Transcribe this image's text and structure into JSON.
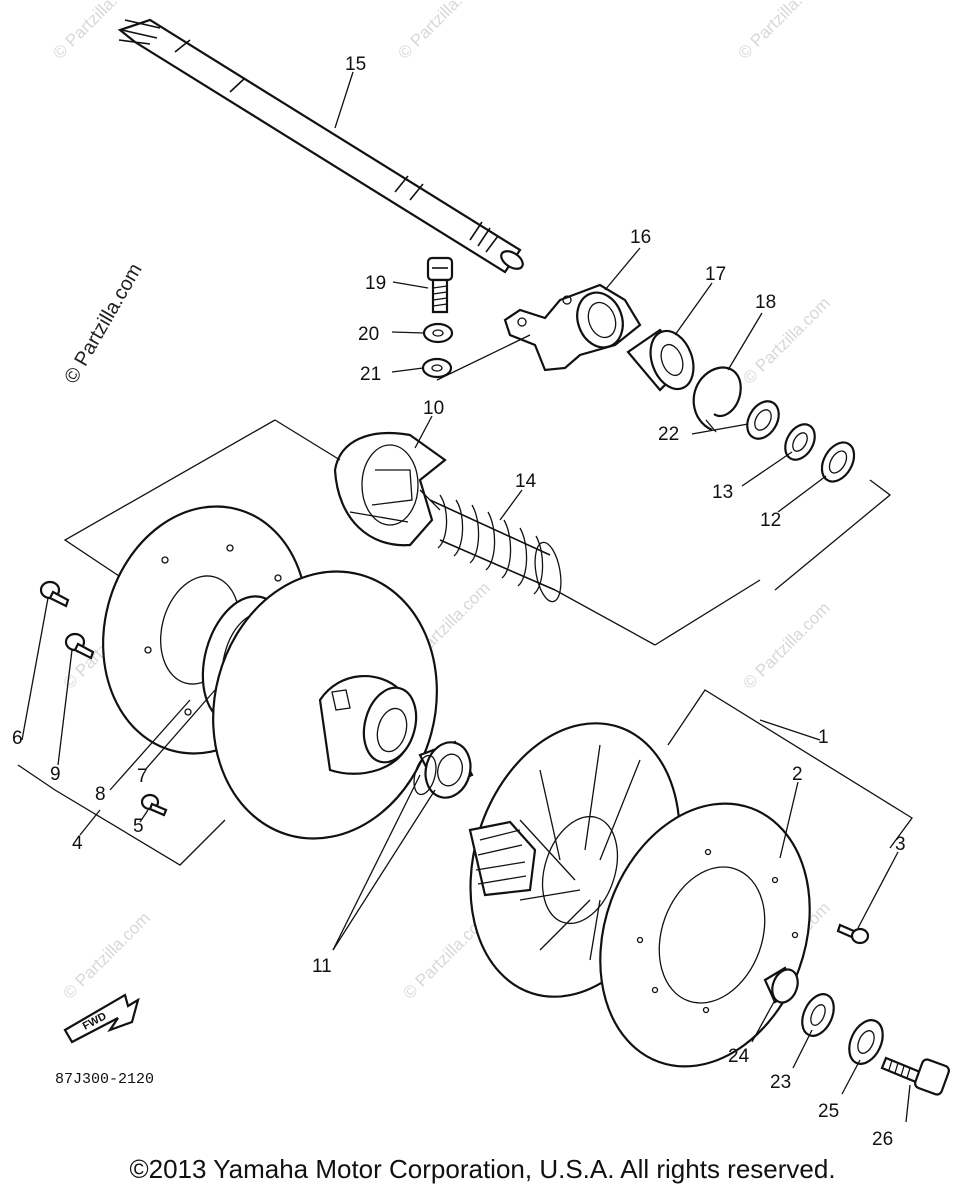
{
  "watermark": "© Partzilla.com",
  "diagram_code": "87J300-2120",
  "fwd_label": "FWD",
  "copyright": "©2013 Yamaha Motor Corporation, U.S.A. All rights reserved.",
  "callouts": {
    "p1": "1",
    "p2": "2",
    "p3": "3",
    "p4": "4",
    "p5": "5",
    "p6": "6",
    "p7": "7",
    "p8": "8",
    "p9": "9",
    "p10": "10",
    "p11": "11",
    "p12": "12",
    "p13": "13",
    "p14": "14",
    "p15": "15",
    "p16": "16",
    "p17": "17",
    "p18": "18",
    "p19": "19",
    "p20": "20",
    "p21": "21",
    "p22": "22",
    "p23": "23",
    "p24": "24",
    "p25": "25",
    "p26": "26"
  }
}
